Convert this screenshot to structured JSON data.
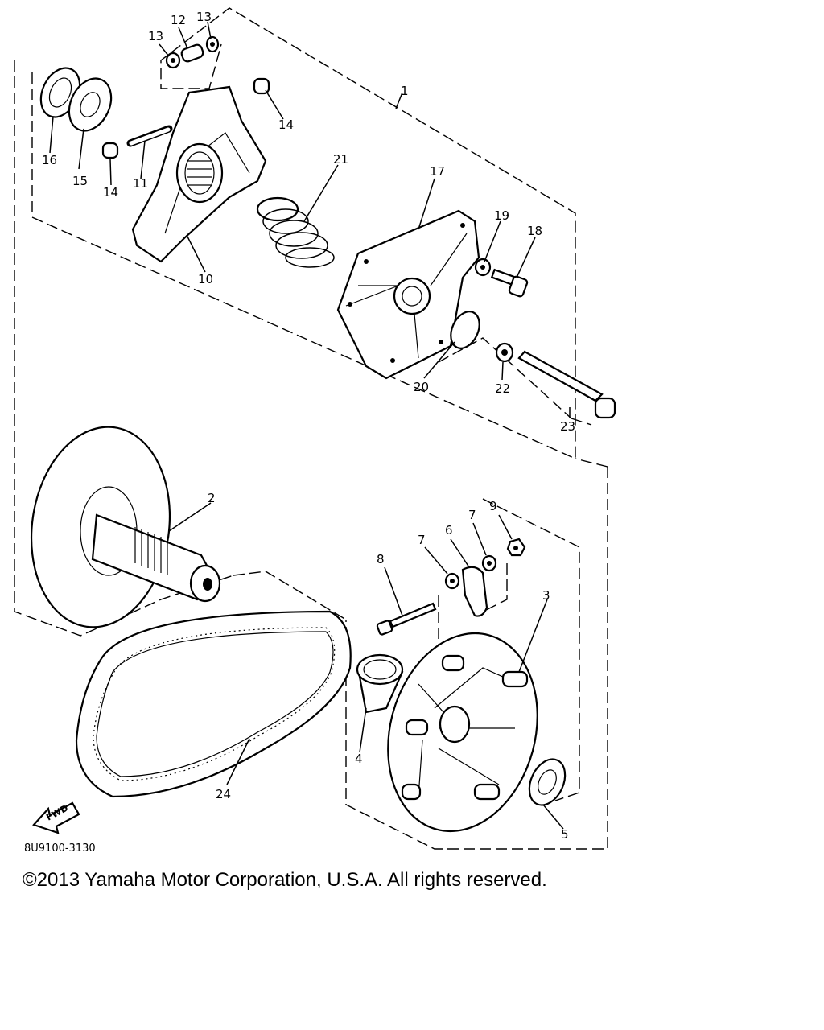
{
  "diagram": {
    "callouts": [
      "1",
      "2",
      "3",
      "4",
      "5",
      "6",
      "7",
      "7",
      "8",
      "9",
      "10",
      "11",
      "12",
      "13",
      "13",
      "14",
      "14",
      "15",
      "16",
      "17",
      "18",
      "19",
      "20",
      "21",
      "22",
      "23",
      "24"
    ],
    "drawing_code": "8U9100-3130",
    "fwd_label": "FWD"
  },
  "footer": {
    "copyright": "©2013 Yamaha Motor Corporation, U.S.A. All rights reserved."
  }
}
